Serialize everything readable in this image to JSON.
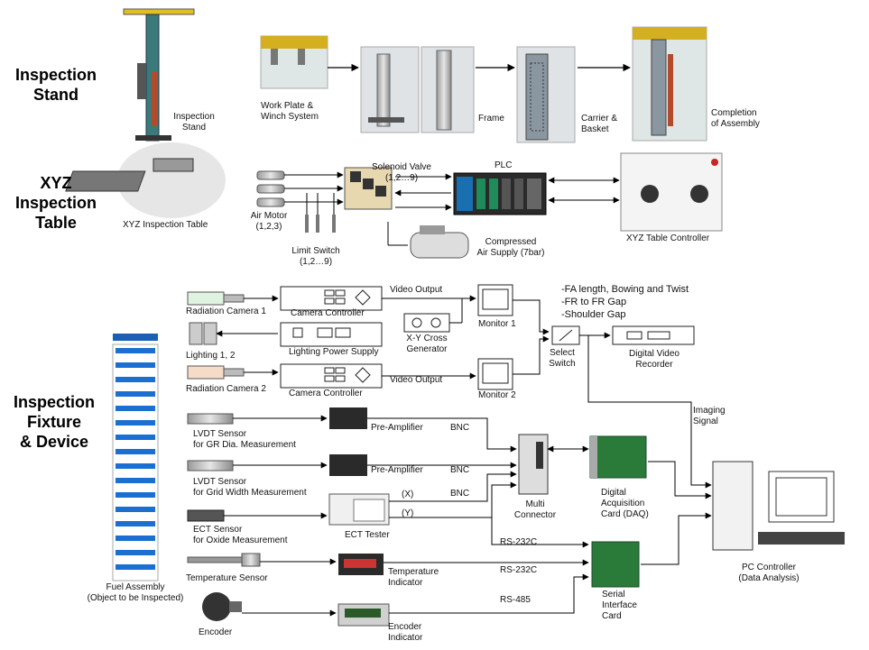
{
  "sections": {
    "inspection_stand": [
      "Inspection",
      "Stand"
    ],
    "xyz_table": [
      "XYZ",
      "Inspection",
      "Table"
    ],
    "fixture": [
      "Inspection",
      "Fixture",
      "& Device"
    ]
  },
  "stand": {
    "inspection_stand_label": [
      "Inspection",
      "Stand"
    ],
    "work_plate": [
      "Work Plate &",
      "Winch System"
    ],
    "frame": "Frame",
    "carrier": [
      "Carrier &",
      "Basket"
    ],
    "completion": [
      "Completion",
      "of Assembly"
    ]
  },
  "xyz": {
    "table_label": "XYZ Inspection Table",
    "air_motor": [
      "Air Motor",
      "(1,2,3)"
    ],
    "solenoid": [
      "Solenoid Valve",
      "(1,2…9)"
    ],
    "plc": "PLC",
    "limit_switch": [
      "Limit Switch",
      "(1,2…9)"
    ],
    "compressed_air": [
      "Compressed",
      "Air Supply (7bar)"
    ],
    "controller": "XYZ Table Controller"
  },
  "fixture": {
    "rad_cam_1": "Radiation Camera 1",
    "rad_cam_2": "Radiation Camera 2",
    "lighting": "Lighting 1, 2",
    "camera_controller_1": "Camera Controller",
    "camera_controller_2": "Camera Controller",
    "lighting_ps": "Lighting Power Supply",
    "video_output_1": "Video Output",
    "video_output_2": "Video Output",
    "xy_cross": [
      "X-Y Cross",
      "Generator"
    ],
    "monitor_1": "Monitor 1",
    "monitor_2": "Monitor 2",
    "select_switch": [
      "Select",
      "Switch"
    ],
    "dvr": [
      "Digital Video",
      "Recorder"
    ],
    "notes": [
      "-FA length, Bowing and Twist",
      "-FR to FR Gap",
      "-Shoulder Gap"
    ],
    "imaging_signal": [
      "Imaging",
      "Signal"
    ],
    "lvdt_1": [
      "LVDT Sensor",
      "for GR Dia. Measurement"
    ],
    "lvdt_2": [
      "LVDT Sensor",
      "for Grid Width Measurement"
    ],
    "ect_sensor": [
      "ECT Sensor",
      "for Oxide Measurement"
    ],
    "temp_sensor": "Temperature Sensor",
    "encoder": "Encoder",
    "preamp_1": "Pre-Amplifier",
    "preamp_2": "Pre-Amplifier",
    "ect_tester": "ECT Tester",
    "temp_indicator": [
      "Temperature",
      "Indicator"
    ],
    "encoder_indicator": [
      "Encoder",
      "Indicator"
    ],
    "bnc_1": "BNC",
    "bnc_2": "BNC",
    "bnc_3": "BNC",
    "x": "(X)",
    "y": "(Y)",
    "rs232_1": "RS-232C",
    "rs232_2": "RS-232C",
    "rs485": "RS-485",
    "multi_connector": [
      "Multi",
      "Connector"
    ],
    "daq": [
      "Digital",
      "Acquisition",
      "Card (DAQ)"
    ],
    "serial": [
      "Serial",
      "Interface",
      "Card"
    ],
    "pc": [
      "PC Controller",
      "(Data Analysis)"
    ],
    "fuel_assembly": [
      "Fuel Assembly",
      "(Object to be Inspected)"
    ]
  }
}
